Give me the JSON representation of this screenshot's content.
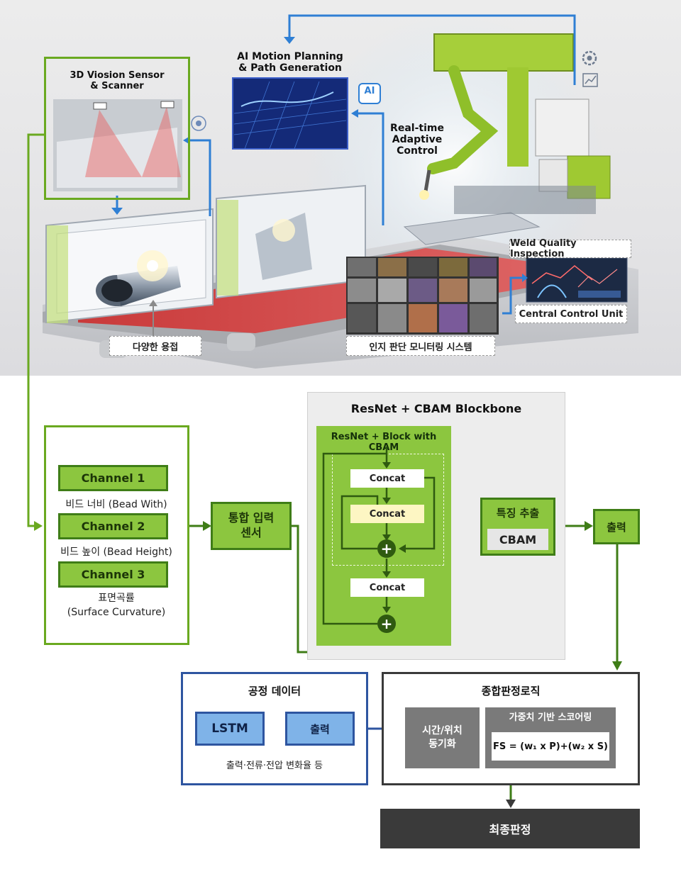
{
  "scene": {
    "vision_sensor_title": "3D Viosion Sensor\n& Scanner",
    "ai_motion_title": "AI Motion Planning\n& Path Generation",
    "ai_badge": "AI",
    "adaptive_title": "Real-time\nAdaptive\nControl",
    "weld_quality": "Weld Quality Inspection",
    "central_control": "Central Control Unit",
    "various_welding": "다양한 용접",
    "monitoring_system": "인지 판단 모니터링 시스템",
    "icons": [
      "gear-icon",
      "chart-icon",
      "target-icon"
    ]
  },
  "input_panel": {
    "channels": [
      {
        "label": "Channel 1",
        "caption": "비드 너비 (Bead With)"
      },
      {
        "label": "Channel 2",
        "caption": "비드 높이 (Bead Height)"
      },
      {
        "label": "Channel 3",
        "caption": "표면곡률\n(Surface Curvature)"
      }
    ],
    "fusion_sensor": "통합 입력\n센서"
  },
  "backbone": {
    "title": "ResNet + CBAM Blockbone",
    "inner_title": "ResNet + Block with CBAM",
    "concat_labels": [
      "Concat",
      "Concat",
      "Concat"
    ],
    "plus_symbol": "+"
  },
  "feature": {
    "title": "특징 추출",
    "cbam": "CBAM",
    "output": "출력"
  },
  "process": {
    "title": "공정 데이터",
    "lstm": "LSTM",
    "output": "출력",
    "caption": "출력·전류·전압 변화율 등"
  },
  "logic": {
    "title": "종합판정로직",
    "sync": "시간/위치\n동기화",
    "scoring_title": "가중치 기반 스코어링",
    "formula": "FS = (w₁ x P)+(w₂ x S)"
  },
  "final": "최종판정",
  "colors": {
    "green_border": "#6aa920",
    "green_dark": "#3f7d17",
    "green_fill": "#8cc63f",
    "blue": "#2e55a0",
    "blue_fill": "#7fb3e8",
    "arrow_blue": "#2f7fd4",
    "dark": "#3a3a3a"
  }
}
